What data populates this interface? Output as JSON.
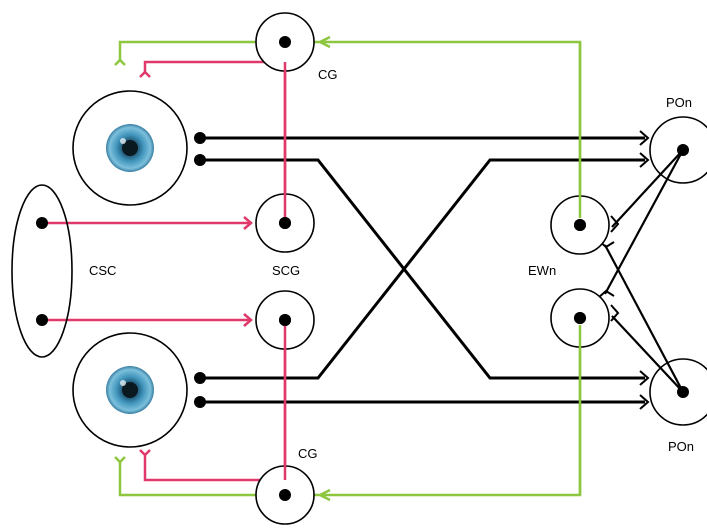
{
  "colors": {
    "axon_black": "#000000",
    "sympathetic_pink": "#e0386b",
    "parasympathetic_green": "#8dc63f",
    "iris_blue": "#3a89b0"
  },
  "labels": {
    "cg_top": "CG",
    "cg_bottom": "CG",
    "csc": "CSC",
    "scg": "SCG",
    "ewn": "EWn",
    "pon_top": "POn",
    "pon_bottom": "POn"
  },
  "nodes": [
    "CG",
    "CSC",
    "SCG",
    "EWn",
    "POn"
  ],
  "icons": [
    "eye-icon",
    "eye-icon"
  ]
}
